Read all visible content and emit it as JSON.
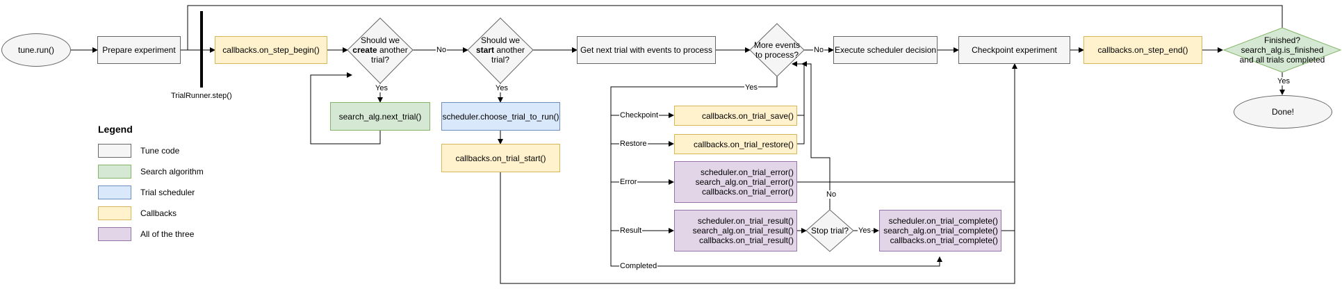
{
  "nodes": {
    "tune_run": "tune.run()",
    "prepare": "Prepare experiment",
    "step_begin": "callbacks.on_step_begin()",
    "should_create": {
      "pre": "Should we",
      "bold": "create",
      "post": "another trial?"
    },
    "next_trial": "search_alg.next_trial()",
    "should_start": {
      "pre": "Should we",
      "bold": "start",
      "post": "another trial?"
    },
    "choose_trial": "scheduler.choose_trial_to_run()",
    "trial_start": "callbacks.on_trial_start()",
    "get_next": "Get next trial with events to process",
    "more_events": "More events to process?",
    "exec_sched": "Execute scheduler decision",
    "checkpoint_exp": "Checkpoint experiment",
    "step_end": "callbacks.on_step_end()",
    "finished": "Finished? search_alg.is_finished and all trials completed",
    "done": "Done!",
    "trial_save": "callbacks.on_trial_save()",
    "trial_restore": "callbacks.on_trial_restore()",
    "trial_error": [
      "scheduler.on_trial_error()",
      "search_alg.on_trial_error()",
      "callbacks.on_trial_error()"
    ],
    "trial_result": [
      "scheduler.on_trial_result()",
      "search_alg.on_trial_result()",
      "callbacks.on_trial_result()"
    ],
    "stop_trial": "Stop trial?",
    "trial_complete": [
      "scheduler.on_trial_complete()",
      "search_alg.on_trial_complete()",
      "callbacks.on_trial_complete()"
    ]
  },
  "edge_labels": {
    "no1": "No",
    "yes1": "Yes",
    "yes2": "Yes",
    "no2": "No",
    "yes3": "Yes",
    "checkpoint": "Checkpoint",
    "restore": "Restore",
    "error": "Error",
    "result": "Result",
    "completed": "Completed",
    "stop_no": "No",
    "stop_yes": "Yes",
    "finish_yes": "Yes"
  },
  "trial_runner_label": "TrialRunner.step()",
  "legend": {
    "title": "Legend",
    "items": [
      {
        "label": "Tune code",
        "fill": "#f5f5f5",
        "stroke": "#666666"
      },
      {
        "label": "Search algorithm",
        "fill": "#d5e8d4",
        "stroke": "#82b366"
      },
      {
        "label": "Trial scheduler",
        "fill": "#dae8fc",
        "stroke": "#6c8ebf"
      },
      {
        "label": "Callbacks",
        "fill": "#fff2cc",
        "stroke": "#d6b656"
      },
      {
        "label": "All of the three",
        "fill": "#e1d5e7",
        "stroke": "#9673a6"
      }
    ]
  },
  "colors": {
    "tune": "#f5f5f5",
    "search": "#d5e8d4",
    "scheduler": "#dae8fc",
    "callbacks": "#fff2cc",
    "all": "#e1d5e7"
  }
}
